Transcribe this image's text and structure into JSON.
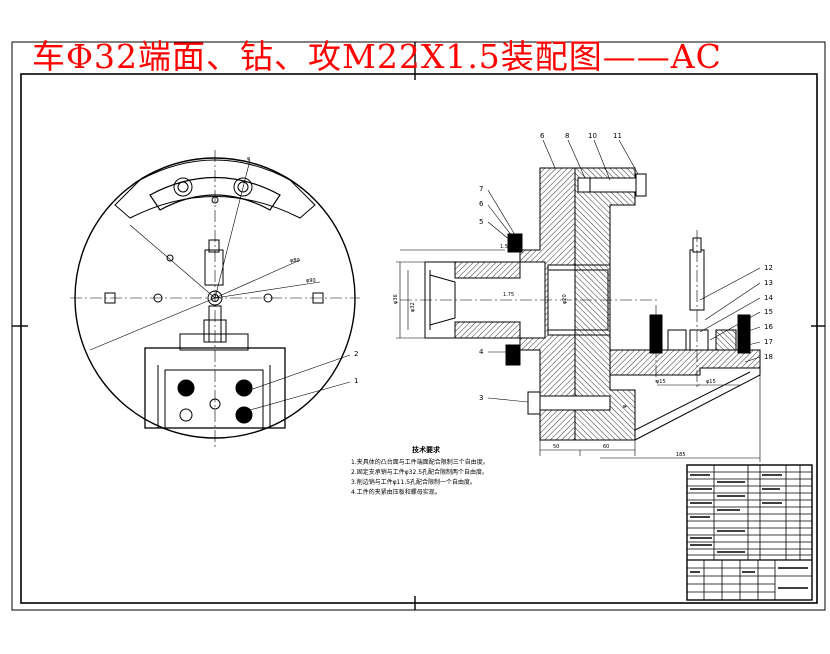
{
  "title": "车Φ32端面、钻、攻M22X1.5装配图——AC",
  "colors": {
    "title": "#ff0000",
    "line": "#000000",
    "hatch": "#000000"
  },
  "part_numbers": {
    "front_view": [
      "1",
      "2"
    ],
    "section_left": [
      "7",
      "6",
      "5",
      "4",
      "3"
    ],
    "section_top": [
      "6",
      "8",
      "10",
      "11"
    ],
    "section_right": [
      "12",
      "13",
      "14",
      "15",
      "16",
      "17",
      "18"
    ]
  },
  "dimensions": {
    "front_view": [
      "φ80",
      "φ90",
      "φ"
    ],
    "section": [
      "1.5",
      "φ36",
      "φ32",
      "φ20",
      "φ15",
      "φ15",
      "185",
      "50",
      "60",
      "1.75",
      "φ"
    ]
  },
  "tech_requirements": {
    "title": "技术要求",
    "items": [
      "1.夹具体的凸台面与工件端面配合限制三个自由度。",
      "2.固定支承销与工件φ32.5孔配合限制两个自由度。",
      "3.削边销与工件φ11.5孔配合限制一个自由度。",
      "4.工件的夹紧由压板和螺母实现。"
    ]
  }
}
